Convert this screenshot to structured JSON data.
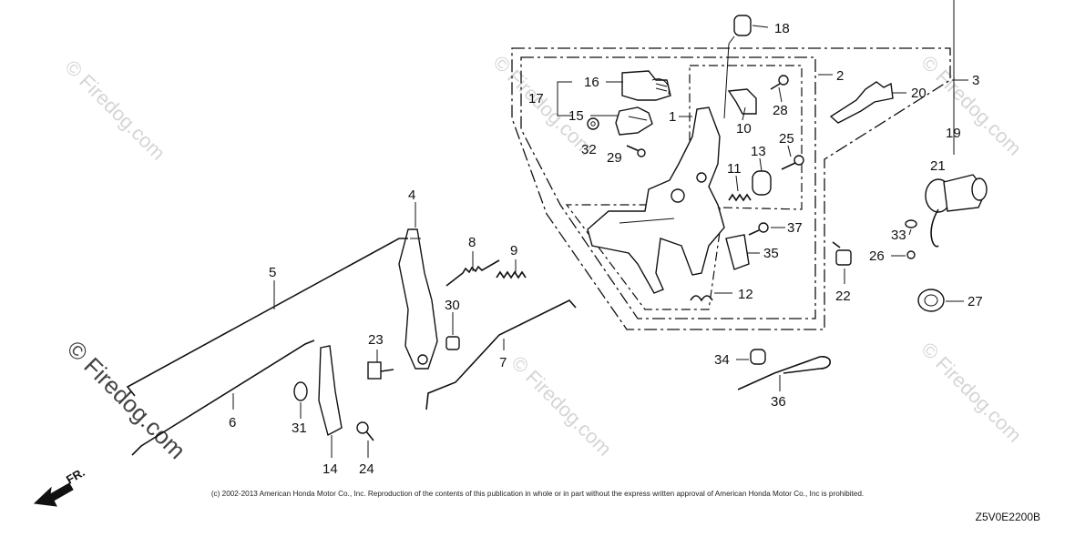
{
  "diagram": {
    "title": "",
    "part_labels": {
      "p1": "1",
      "p2": "2",
      "p3": "3",
      "p4": "4",
      "p5": "5",
      "p6": "6",
      "p7": "7",
      "p8": "8",
      "p9": "9",
      "p10": "10",
      "p11": "11",
      "p12": "12",
      "p13": "13",
      "p14": "14",
      "p15": "15",
      "p16": "16",
      "p17": "17",
      "p18": "18",
      "p19": "19",
      "p20": "20",
      "p21": "21",
      "p22": "22",
      "p23": "23",
      "p24": "24",
      "p25": "25",
      "p26": "26",
      "p27": "27",
      "p28": "28",
      "p29": "29",
      "p30": "30",
      "p31": "31",
      "p32": "32",
      "p33": "33",
      "p34": "34",
      "p35": "35",
      "p36": "36",
      "p37": "37"
    },
    "front_marker": "FR.",
    "watermark": "© Firedog.com",
    "copyright": "(c) 2002-2013 American Honda Motor Co., Inc. Reproduction of the contents of this publication in whole or in part without the express written approval of American Honda Motor Co., Inc is prohibited.",
    "diagram_code": "Z5V0E2200B"
  }
}
